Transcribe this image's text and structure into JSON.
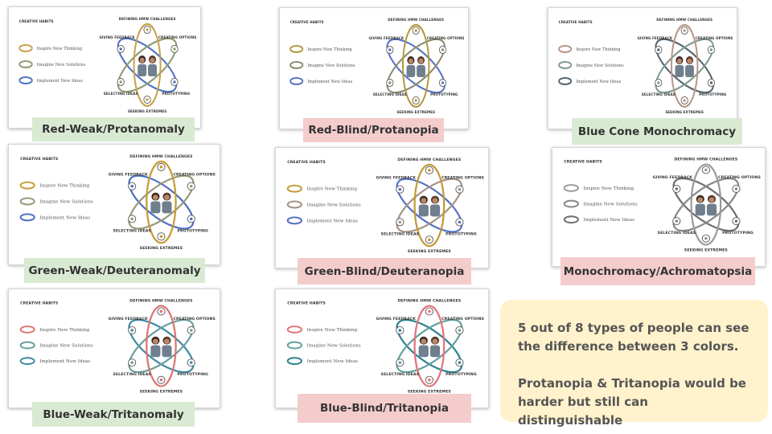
{
  "diagram_text": {
    "heading": "CREATIVE HABITS",
    "legend": [
      "Inspire New Thinking",
      "Imagine New Solutions",
      "Implement New Ideas"
    ],
    "top": "DEFINING HMW CHALLENGES",
    "left": "GIVING FEEDBACK",
    "right": "CREATING OPTIONS",
    "bottom_left": "SELECTING IDEAS",
    "bottom_right": "PROTOTYPING",
    "bottom": "SEEKING EXTREMES"
  },
  "panels": [
    {
      "label": "Red-Weak/Protanomaly",
      "label_style": "green",
      "colors": [
        "#c9a24a",
        "#8f9a72",
        "#4f73c4"
      ]
    },
    {
      "label": "Red-Blind/Protanopia",
      "label_style": "red",
      "colors": [
        "#b29a3d",
        "#8c8b70",
        "#5a72c4"
      ]
    },
    {
      "label": "Blue Cone Monochromacy",
      "label_style": "green",
      "colors": [
        "#b89584",
        "#7d9a90",
        "#55646f"
      ]
    },
    {
      "label": "Green-Weak/Deuteranomaly",
      "label_style": "green",
      "colors": [
        "#c79b34",
        "#99987a",
        "#4e70c3"
      ]
    },
    {
      "label": "Green-Blind/Deuteranopia",
      "label_style": "red",
      "colors": [
        "#c29a36",
        "#a49285",
        "#5572c4"
      ]
    },
    {
      "label": "Monochromacy/Achromatopsia",
      "label_style": "red",
      "colors": [
        "#9a9a9a",
        "#888888",
        "#6f6f6f"
      ]
    },
    {
      "label": "Blue-Weak/Tritanomaly",
      "label_style": "green",
      "colors": [
        "#dc7470",
        "#6a9f9d",
        "#3f8aa0"
      ]
    },
    {
      "label": "Blue-Blind/Tritanopia",
      "label_style": "red",
      "colors": [
        "#e4747a",
        "#63a0a2",
        "#2f8290"
      ]
    }
  ],
  "note": {
    "line1": "5 out of 8 types of people can see the difference between 3 colors.",
    "line2": "Protanopia & Tritanopia would be harder but still can distinguishable"
  }
}
